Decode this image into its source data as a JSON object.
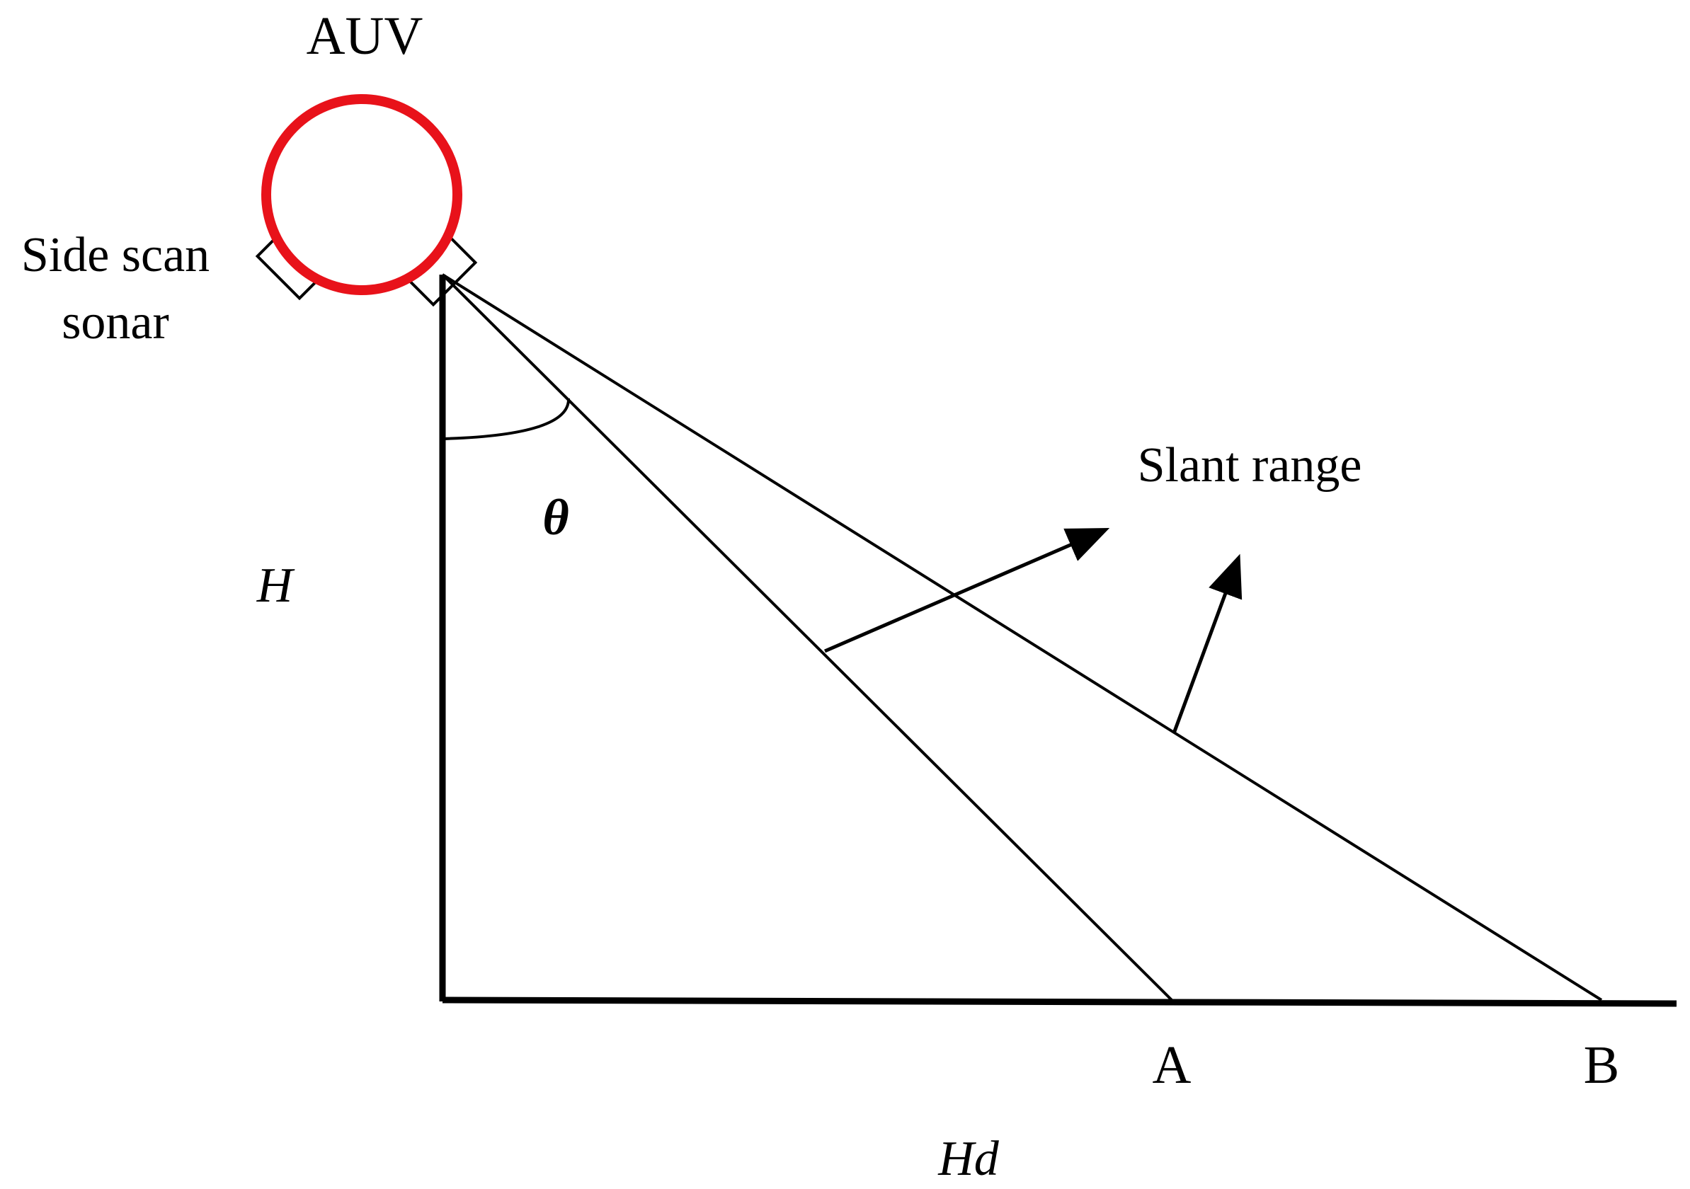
{
  "labels": {
    "auv": "AUV",
    "sonar_line1": "Side scan",
    "sonar_line2": "sonar",
    "slant_range": "Slant range",
    "theta": "θ",
    "height": "H",
    "horizontal_distance": "Hd",
    "point_a": "A",
    "point_b": "B"
  },
  "colors": {
    "auv_outline": "#e8121a",
    "lines": "#000000",
    "background": "#ffffff"
  }
}
